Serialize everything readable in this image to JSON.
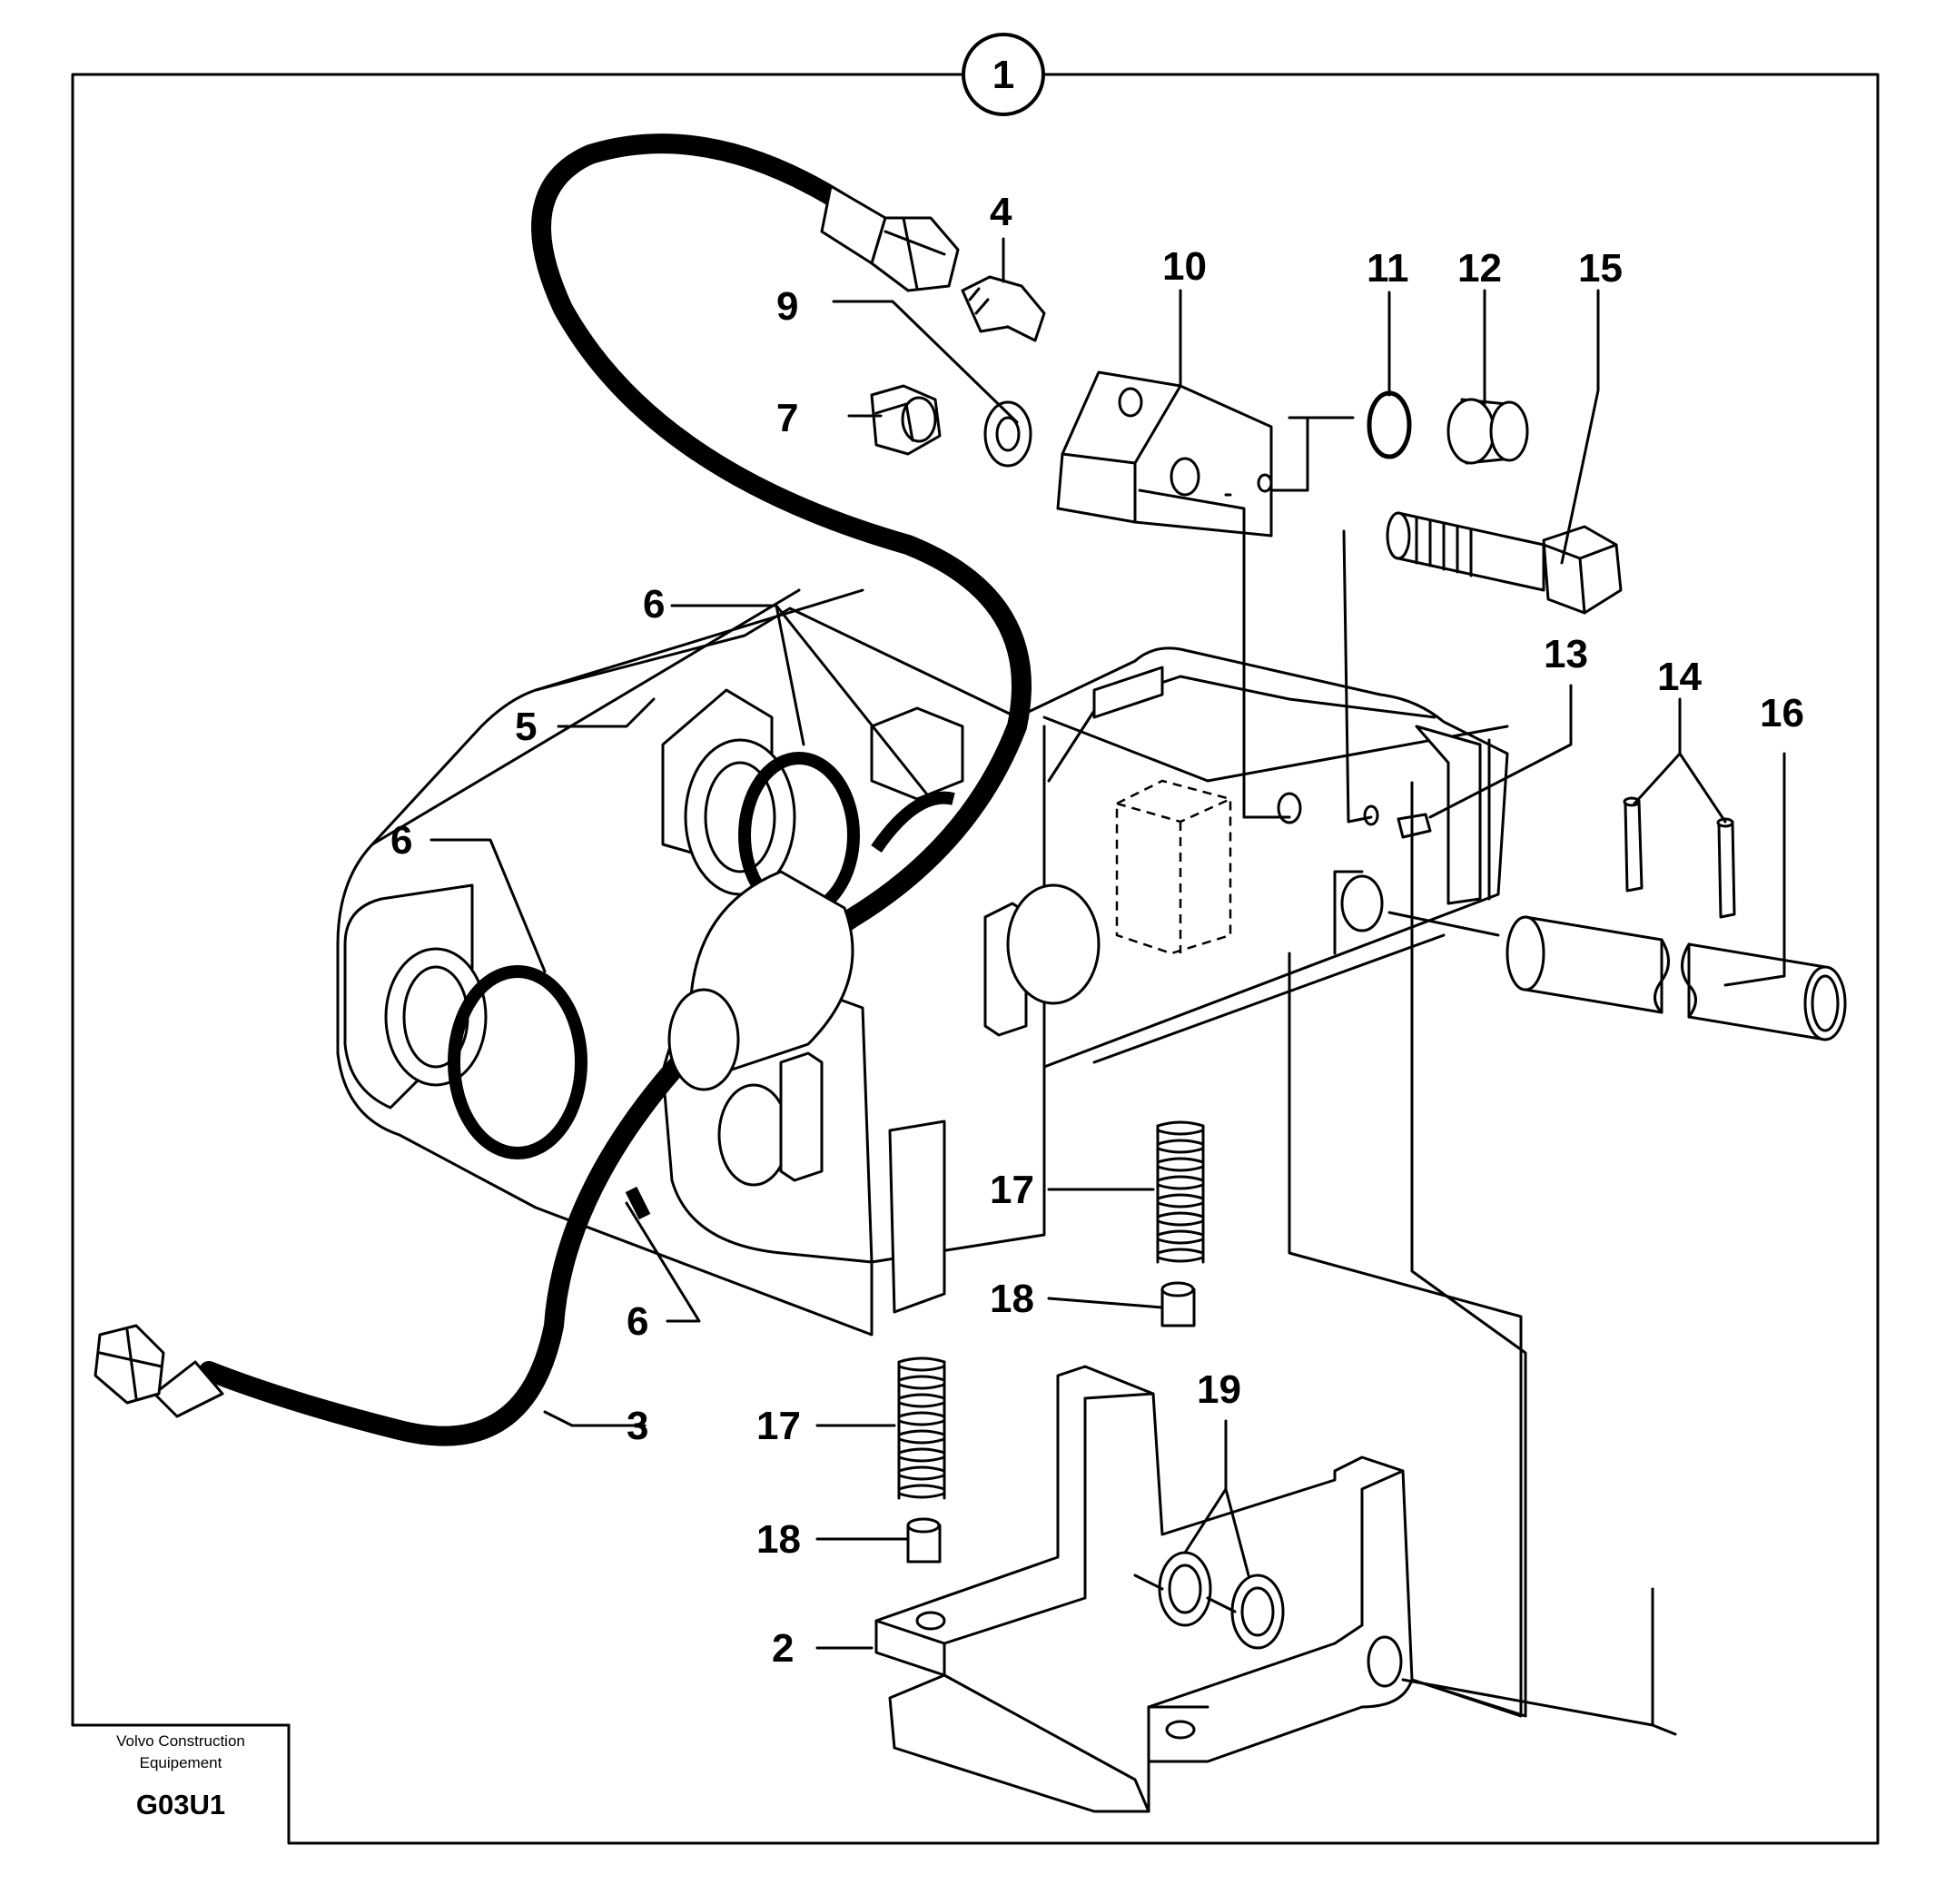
{
  "figure": {
    "header_number": "1",
    "part_labels": {
      "hose": "3",
      "adapter": "4",
      "frame": "5",
      "seal_left": "6",
      "seal_upper": "6",
      "seal_lower": "6",
      "nut": "7",
      "washer": "9",
      "valve_block": "10",
      "o_ring": "11",
      "plug": "12",
      "pin_small": "13",
      "roll_pins": "14",
      "bolt": "15",
      "shaft": "16",
      "spring_upper": "17",
      "spring_lower": "17",
      "sleeve_upper": "18",
      "sleeve_lower": "18",
      "bushings": "19",
      "locking_wedge": "2"
    },
    "caption": {
      "line1": "Volvo Construction",
      "line2": "Equipement",
      "code": "G03U1"
    }
  }
}
